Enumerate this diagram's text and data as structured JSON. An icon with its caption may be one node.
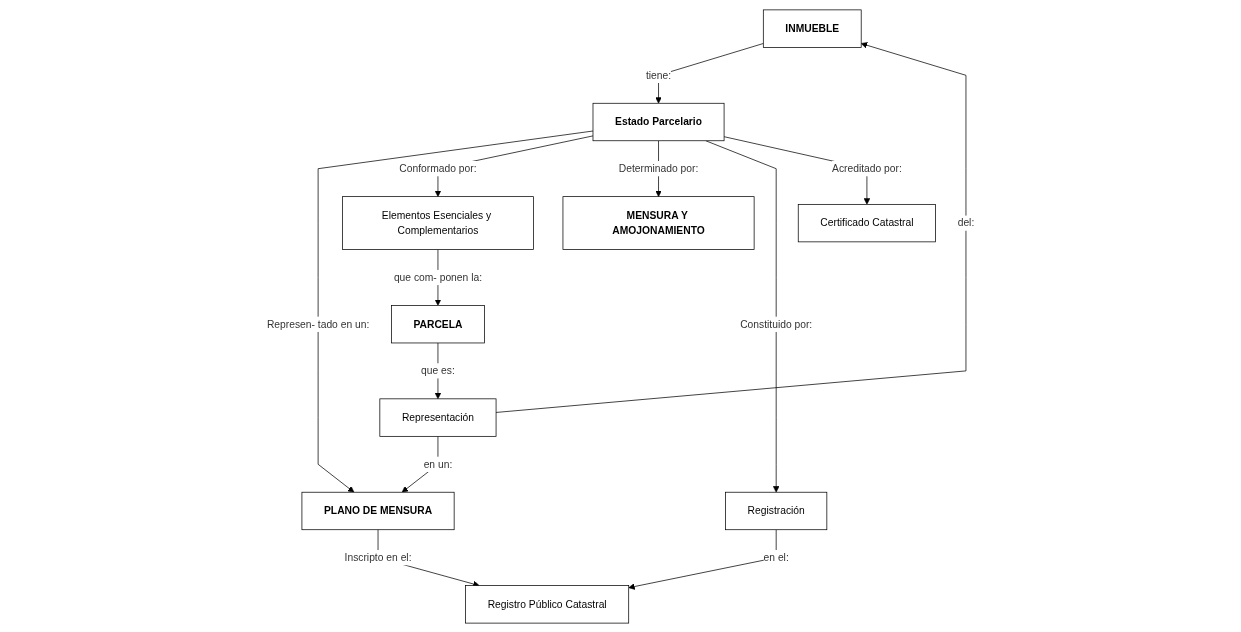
{
  "diagram": {
    "nodes": [
      {
        "text": [
          "INMUEBLE"
        ]
      },
      {
        "text": [
          "Representación"
        ]
      },
      {
        "text": [
          "PLANO DE MENSURA"
        ]
      },
      {
        "text": [
          "Estado Parcelario"
        ]
      },
      {
        "text": [
          "PARCELA"
        ]
      },
      {
        "text": [
          "Elementos Esenciales y Complementarios"
        ]
      },
      {
        "text": [
          "Certificado Catastral"
        ]
      },
      {
        "text": [
          "MENSURA Y AMOJONAMIENTO"
        ]
      },
      {
        "text": [
          "Registro Público Catastral"
        ]
      },
      {
        "text": [
          "Registración"
        ]
      }
    ],
    "edges": [
      {
        "from": 1,
        "to": 0,
        "arrow": "to",
        "label": "del:"
      },
      {
        "from": 0,
        "to": 3,
        "arrow": "to",
        "label": "tiene:"
      },
      {
        "from": 1,
        "to": 2,
        "arrow": "to",
        "label": "en un:"
      },
      {
        "from": 3,
        "to": 2,
        "arrow": "to",
        "label": "Represen- tado en un:"
      },
      {
        "from": 4,
        "to": 1,
        "arrow": "to",
        "label": "que es:"
      },
      {
        "from": 2,
        "to": 8,
        "arrow": "to",
        "label": "Inscripto en el:"
      },
      {
        "from": 5,
        "to": 4,
        "arrow": "to",
        "label": "que com- ponen la:"
      },
      {
        "from": 3,
        "to": 5,
        "arrow": "to",
        "label": "Conformado por:"
      },
      {
        "from": 3,
        "to": 7,
        "arrow": "to",
        "label": "Determinado por:"
      },
      {
        "from": 3,
        "to": 9,
        "arrow": "to",
        "label": "Constituido por:"
      },
      {
        "from": 3,
        "to": 6,
        "arrow": "to",
        "label": "Acreditado por:"
      },
      {
        "from": 9,
        "to": 8,
        "arrow": "to",
        "label": "en el:"
      }
    ]
  }
}
